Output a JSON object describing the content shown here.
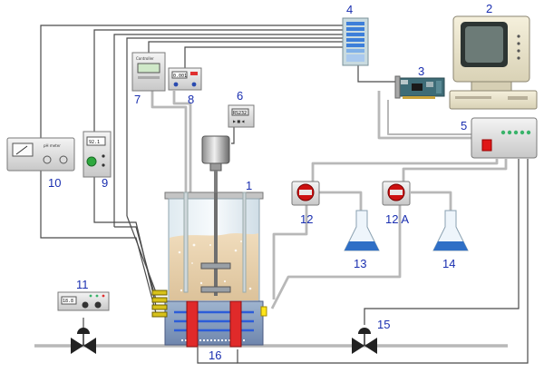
{
  "labels": {
    "n1": "1",
    "n2": "2",
    "n3": "3",
    "n4": "4",
    "n5": "5",
    "n6": "6",
    "n7": "7",
    "n8": "8",
    "n9": "9",
    "n10": "10",
    "n11": "11",
    "n12": "12",
    "n12a": "12 A",
    "n13": "13",
    "n14": "14",
    "n15": "15",
    "n16": "16"
  },
  "device_text": {
    "meter_10": "pH meter",
    "display_9": "92.1",
    "display_11": "18.8",
    "display_6": "RS232",
    "display_8": "0.001",
    "panel_7": "Controller"
  },
  "colors": {
    "wire": "#4a4a4a",
    "tube": "#b5b5b5",
    "label": "#1a2fb0",
    "heater": "#e03030",
    "jacket": "#5a66c8",
    "broth": "#e8d3b0",
    "flask_liquid": "#2f6fc6",
    "pump_red": "#cc1111"
  }
}
